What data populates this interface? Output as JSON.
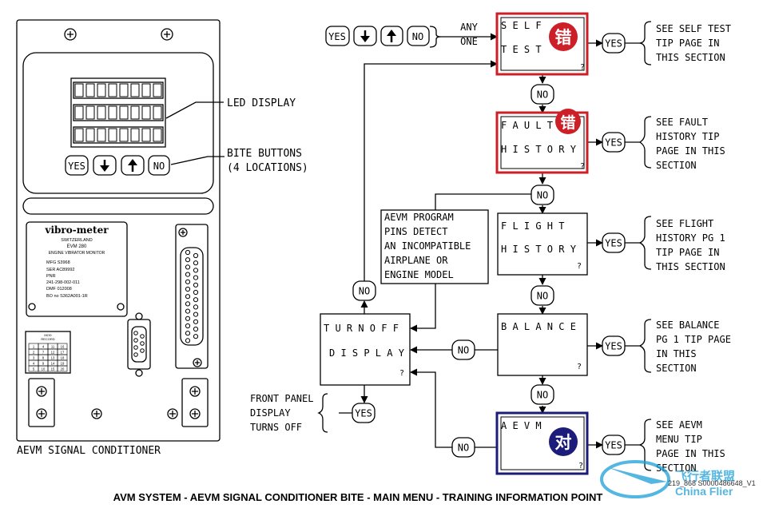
{
  "title": "AVM SYSTEM - AEVM SIGNAL CONDITIONER BITE - MAIN MENU - TRAINING INFORMATION POINT",
  "figure_id": "219_868 S0000486648_V1",
  "watermark": "飞行者联盟 China Flier",
  "panel": {
    "caption": "AEVM SIGNAL CONDITIONER",
    "led_display_label": "LED DISPLAY",
    "bite_buttons_label": [
      "BITE BUTTONS",
      "(4 LOCATIONS)"
    ],
    "buttons": [
      "YES",
      "↓",
      "↑",
      "NO"
    ],
    "nameplate": {
      "brand": "vibro-meter",
      "country": "SWITZERLAND",
      "model": "EVM 280",
      "desc": "ENGINE VIBRATOR MONITOR",
      "lines": [
        "MFG S3968",
        "SER AC89992",
        "PNR",
        "241-298-002-011",
        "DMF 012008",
        "BO no S362A001-1R"
      ]
    },
    "mod_record": {
      "title": [
        "MOD",
        "RECORD"
      ],
      "cells": [
        [
          "1",
          "4",
          "11",
          "16"
        ],
        [
          "2",
          "7",
          "12",
          "17"
        ],
        [
          "3",
          "8",
          "13",
          "18"
        ],
        [
          "4",
          "9",
          "14",
          "19"
        ],
        [
          "5",
          "10",
          "15",
          "20"
        ]
      ]
    }
  },
  "flow": {
    "top_buttons": [
      "YES",
      "↓",
      "↑",
      "NO"
    ],
    "any_one": [
      "ANY",
      "ONE"
    ],
    "self_test": {
      "line1": "S E L F",
      "line2": "T E S T",
      "q": "?",
      "mark": "错"
    },
    "fault_history": {
      "line1": "F A U L T",
      "line2": "H I S T O R Y",
      "q": "?",
      "mark": "错"
    },
    "flight_history": {
      "line1": "F L I G H T",
      "line2": "H I S T O R Y",
      "q": "?"
    },
    "balance": {
      "line1": "B A L A N C E",
      "q": "?"
    },
    "aevm": {
      "line1": "A E V M",
      "q": "?",
      "mark": "对"
    },
    "turn_off": {
      "line1": "T U R N   O F F",
      "line2": "D I S P L A Y",
      "q": "?"
    },
    "yes": "YES",
    "no": "NO",
    "see_self_test": [
      "SEE SELF TEST",
      "TIP PAGE IN",
      "THIS SECTION"
    ],
    "see_fault": [
      "SEE FAULT",
      "HISTORY TIP",
      "PAGE IN THIS",
      "SECTION"
    ],
    "see_flight": [
      "SEE FLIGHT",
      "HISTORY PG 1",
      "TIP PAGE IN",
      "THIS SECTION"
    ],
    "see_balance": [
      "SEE BALANCE",
      "PG 1 TIP PAGE",
      "IN THIS",
      "SECTION"
    ],
    "see_aevm": [
      "SEE AEVM",
      "MENU TIP",
      "PAGE IN THIS",
      "SECTION"
    ],
    "program_pins": [
      "AEVM PROGRAM",
      "PINS DETECT",
      "AN INCOMPATIBLE",
      "AIRPLANE OR",
      "ENGINE MODEL"
    ],
    "front_panel": [
      "FRONT PANEL",
      "DISPLAY",
      "TURNS OFF"
    ]
  },
  "colors": {
    "error_red": "#cc1f27",
    "ok_blue": "#1c1c7a"
  }
}
